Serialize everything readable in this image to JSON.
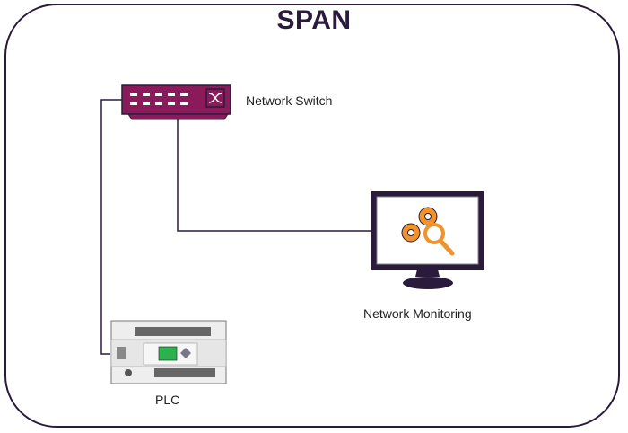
{
  "title": "SPAN",
  "nodes": {
    "switch": {
      "label": "Network Switch",
      "icon": "network-switch-icon",
      "color": "#8b1a5a"
    },
    "monitor": {
      "label": "Network Monitoring",
      "icon": "monitoring-computer-icon",
      "color": "#f0932b"
    },
    "plc": {
      "label": "PLC",
      "icon": "plc-device-icon",
      "color": "#2bb24c"
    }
  },
  "edges": [
    {
      "from": "switch",
      "to": "plc"
    },
    {
      "from": "switch",
      "to": "monitor"
    }
  ],
  "colors": {
    "frame": "#2a1b3d",
    "line": "#2a1b3d"
  }
}
